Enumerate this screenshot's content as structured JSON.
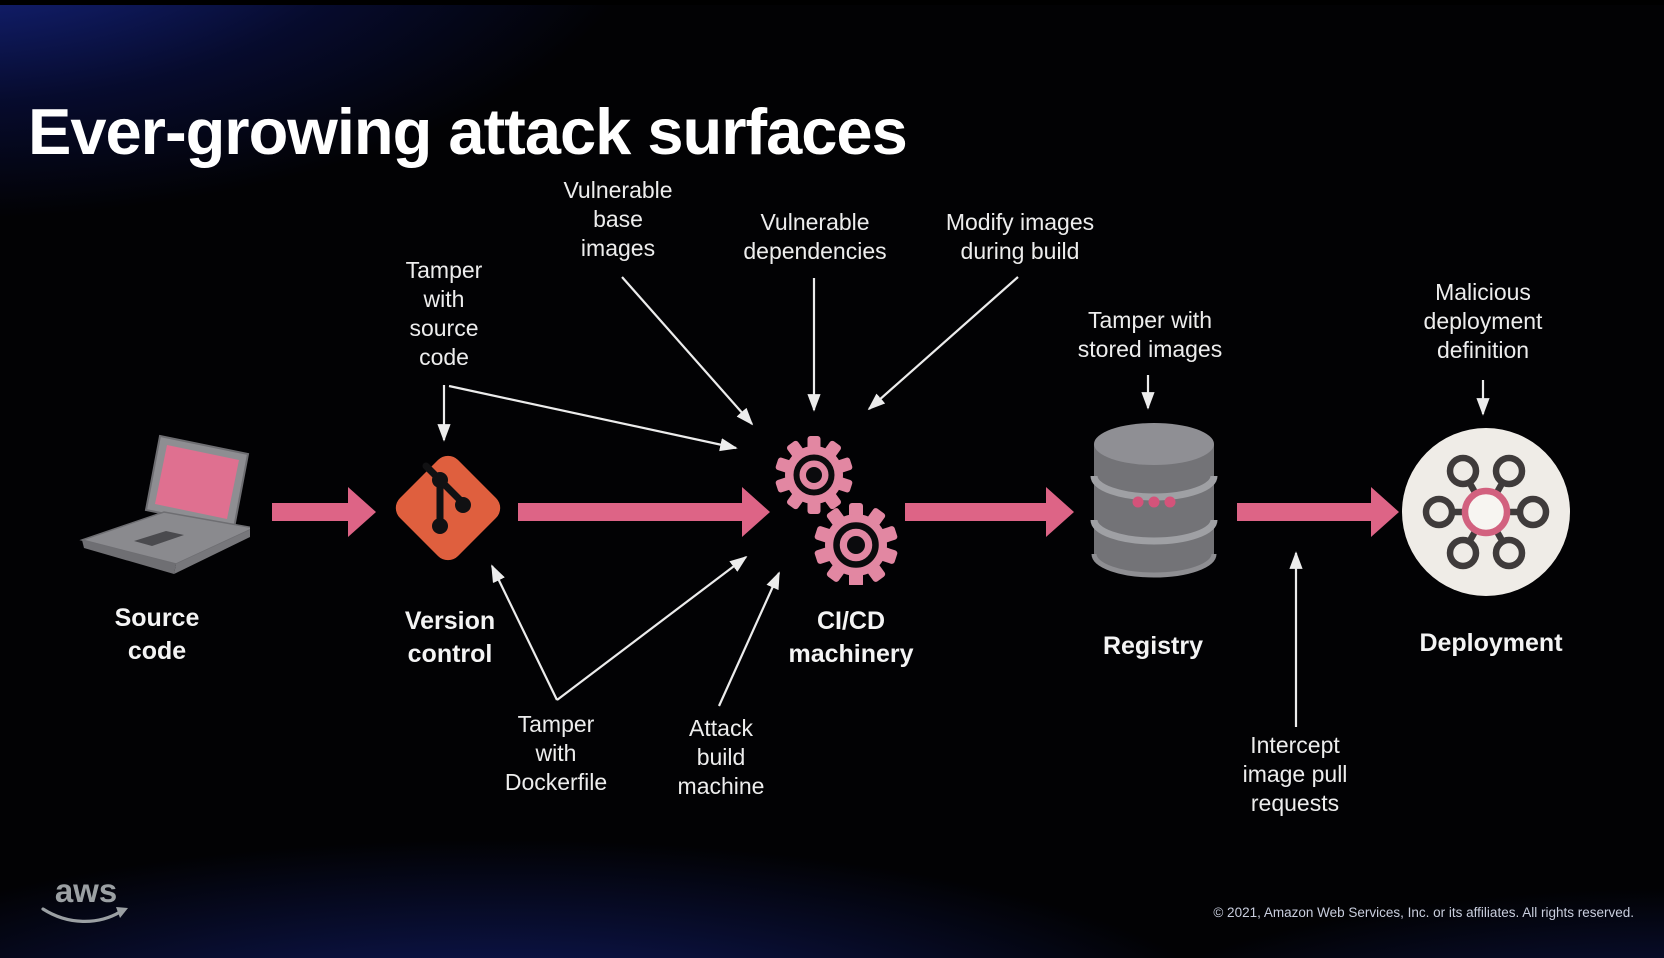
{
  "title": "Ever-growing attack surfaces",
  "nodes": [
    {
      "id": "source-code",
      "label": "Source\ncode",
      "icon": "laptop-icon"
    },
    {
      "id": "version-control",
      "label": "Version\ncontrol",
      "icon": "git-icon"
    },
    {
      "id": "cicd-machinery",
      "label": "CI/CD\nmachinery",
      "icon": "gears-icon"
    },
    {
      "id": "registry",
      "label": "Registry",
      "icon": "database-icon"
    },
    {
      "id": "deployment",
      "label": "Deployment",
      "icon": "cluster-icon"
    }
  ],
  "attacks": [
    {
      "id": "tamper-source-code",
      "label": "Tamper\nwith\nsource\ncode",
      "targets": [
        "version-control",
        "cicd-machinery"
      ]
    },
    {
      "id": "vulnerable-base-images",
      "label": "Vulnerable\nbase\nimages",
      "targets": [
        "cicd-machinery"
      ]
    },
    {
      "id": "vulnerable-deps",
      "label": "Vulnerable\ndependencies",
      "targets": [
        "cicd-machinery"
      ]
    },
    {
      "id": "modify-images-build",
      "label": "Modify images\nduring build",
      "targets": [
        "cicd-machinery"
      ]
    },
    {
      "id": "tamper-stored-images",
      "label": "Tamper with\nstored images",
      "targets": [
        "registry"
      ]
    },
    {
      "id": "malicious-deploy-def",
      "label": "Malicious\ndeployment\ndefinition",
      "targets": [
        "deployment"
      ]
    },
    {
      "id": "tamper-dockerfile",
      "label": "Tamper\nwith\nDockerfile",
      "targets": [
        "version-control",
        "cicd-machinery"
      ]
    },
    {
      "id": "attack-build-machine",
      "label": "Attack\nbuild\nmachine",
      "targets": [
        "cicd-machinery"
      ]
    },
    {
      "id": "intercept-image-pull",
      "label": "Intercept\nimage pull\nrequests",
      "targets": [
        "registry-to-deployment-arrow"
      ]
    }
  ],
  "footer": {
    "logo_text": "aws",
    "copyright": "© 2021, Amazon Web Services, Inc. or its affiliates. All rights reserved."
  },
  "colors": {
    "accent_pink": "#dd6486",
    "gear_pink": "#e287a2",
    "screen_pink": "#df7090",
    "git_orange": "#df5f3e",
    "gray_icon": "#86868a",
    "deploy_ring_pink": "#d2617f",
    "blue_glow": "#14227e",
    "background": "#020204",
    "text_white": "#f4f4f4"
  }
}
